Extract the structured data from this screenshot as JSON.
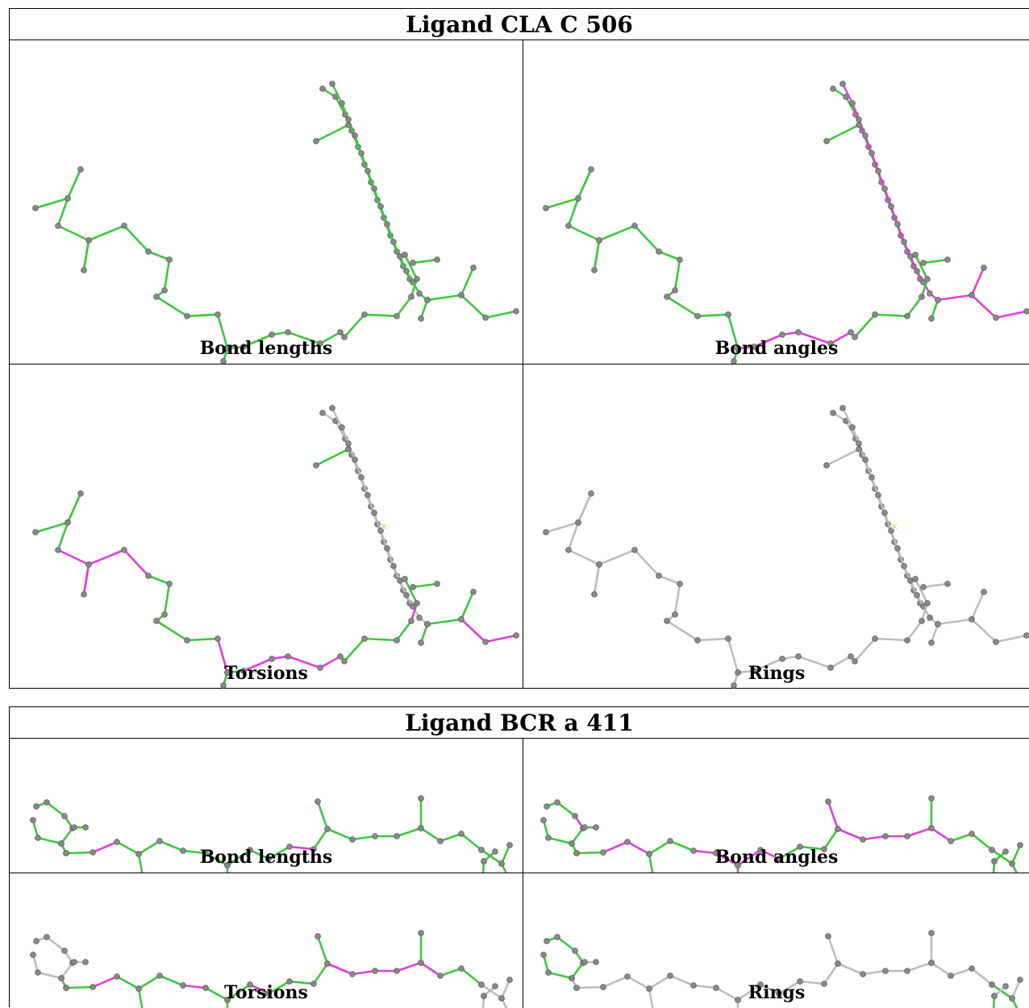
{
  "colors": {
    "pass": "#3cc83c",
    "outlier": "#e13ce1",
    "neutral": "#bdbdbd",
    "atom": "#8a8a8a",
    "atom_dark": "#5a5a5a"
  },
  "ligand1": {
    "title": "Ligand CLA C 506",
    "panels": [
      {
        "caption": "Bond lengths"
      },
      {
        "caption": "Bond angles"
      },
      {
        "caption": "Torsions"
      },
      {
        "caption": "Rings"
      }
    ]
  },
  "ligand2": {
    "title": "Ligand BCR a 411",
    "panels": [
      {
        "caption": "Bond lengths"
      },
      {
        "caption": "Bond angles"
      },
      {
        "caption": "Torsions"
      },
      {
        "caption": "Rings"
      }
    ]
  }
}
